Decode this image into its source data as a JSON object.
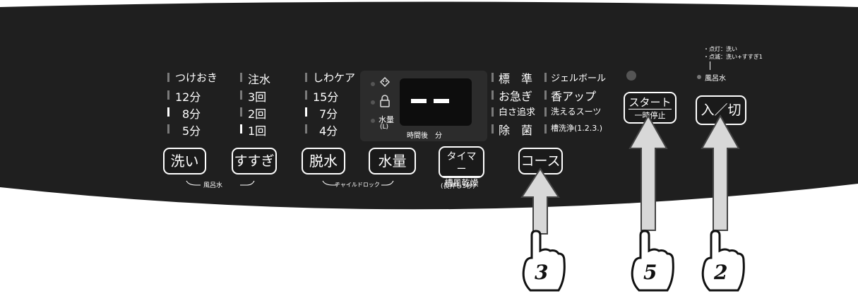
{
  "presoak_labels": [
    "つけおき",
    "12分",
    "8分",
    "5分"
  ],
  "rinse_labels": [
    "注水",
    "3回",
    "2回",
    "1回"
  ],
  "spin_labels": [
    "しわケア",
    "15分",
    "7分",
    "4分"
  ],
  "course_left": [
    "標　準",
    "お急ぎ",
    "白さ追求",
    "除　菌"
  ],
  "course_right": [
    "ジェルボール",
    "香アップ",
    "洗えるスーツ",
    "槽洗浄(1.2.3.)"
  ],
  "display": {
    "water_label": "水量",
    "water_sub": "(L)",
    "time_label": "時間後　分",
    "digits": "－ －"
  },
  "buttons": {
    "wash": "洗い",
    "rinse": "すすぎ",
    "spin": "脱水",
    "water": "水量",
    "timer_top": "タイマー",
    "timer_bottom": "槽風乾燥",
    "course": "コース",
    "start_top": "スタート",
    "start_bottom": "一時停止",
    "power": "入／切"
  },
  "notes": {
    "bath_water": "風呂水",
    "child_lock": "チャイルドロック",
    "long_press": "(長押し3秒)",
    "bath_note_1": "・点灯：洗い",
    "bath_note_2": "・点滅：洗い+すすぎ1",
    "bath_led_label": "風呂水"
  },
  "steps": {
    "course": "3",
    "start": "5",
    "power": "2"
  }
}
